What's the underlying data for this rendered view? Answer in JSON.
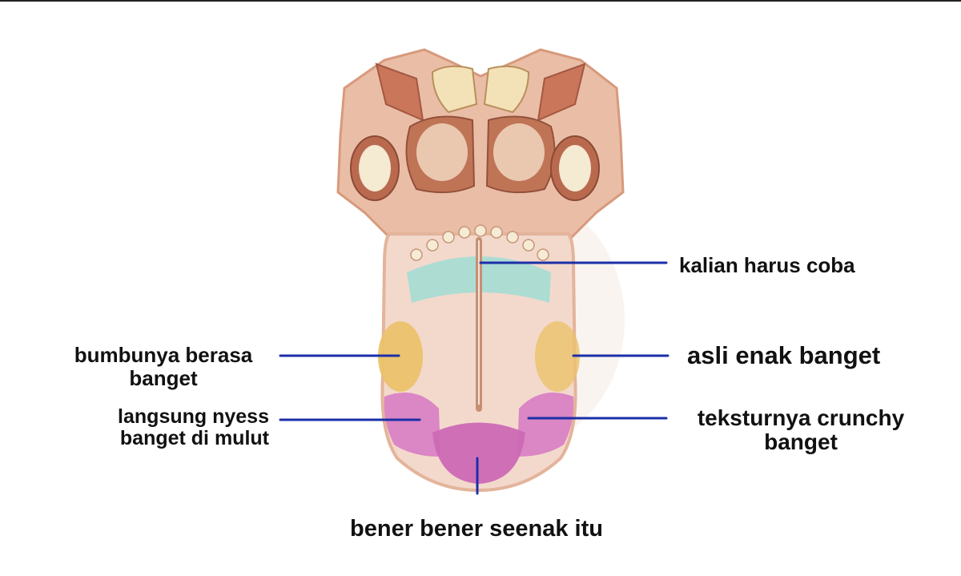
{
  "labels": {
    "top_right": "kalian harus coba",
    "right_mid": "asli enak banget",
    "right_low": "teksturnya crunchy banget",
    "left_mid": "bumbunya berasa banget",
    "left_low": "langsung nyess banget di mulut",
    "bottom": "bener bener seenak itu"
  },
  "colors": {
    "tongue_fill": "#f3d9cc",
    "tongue_outline": "#e3b49b",
    "throat": "#e9b89f",
    "tonsil": "#c07456",
    "zone_bitter": "#a9dcd3",
    "zone_sour": "#ebc26a",
    "zone_salty": "#d982c4",
    "zone_sweet": "#cc6ab5",
    "leader_line": "#1b2fa8"
  }
}
